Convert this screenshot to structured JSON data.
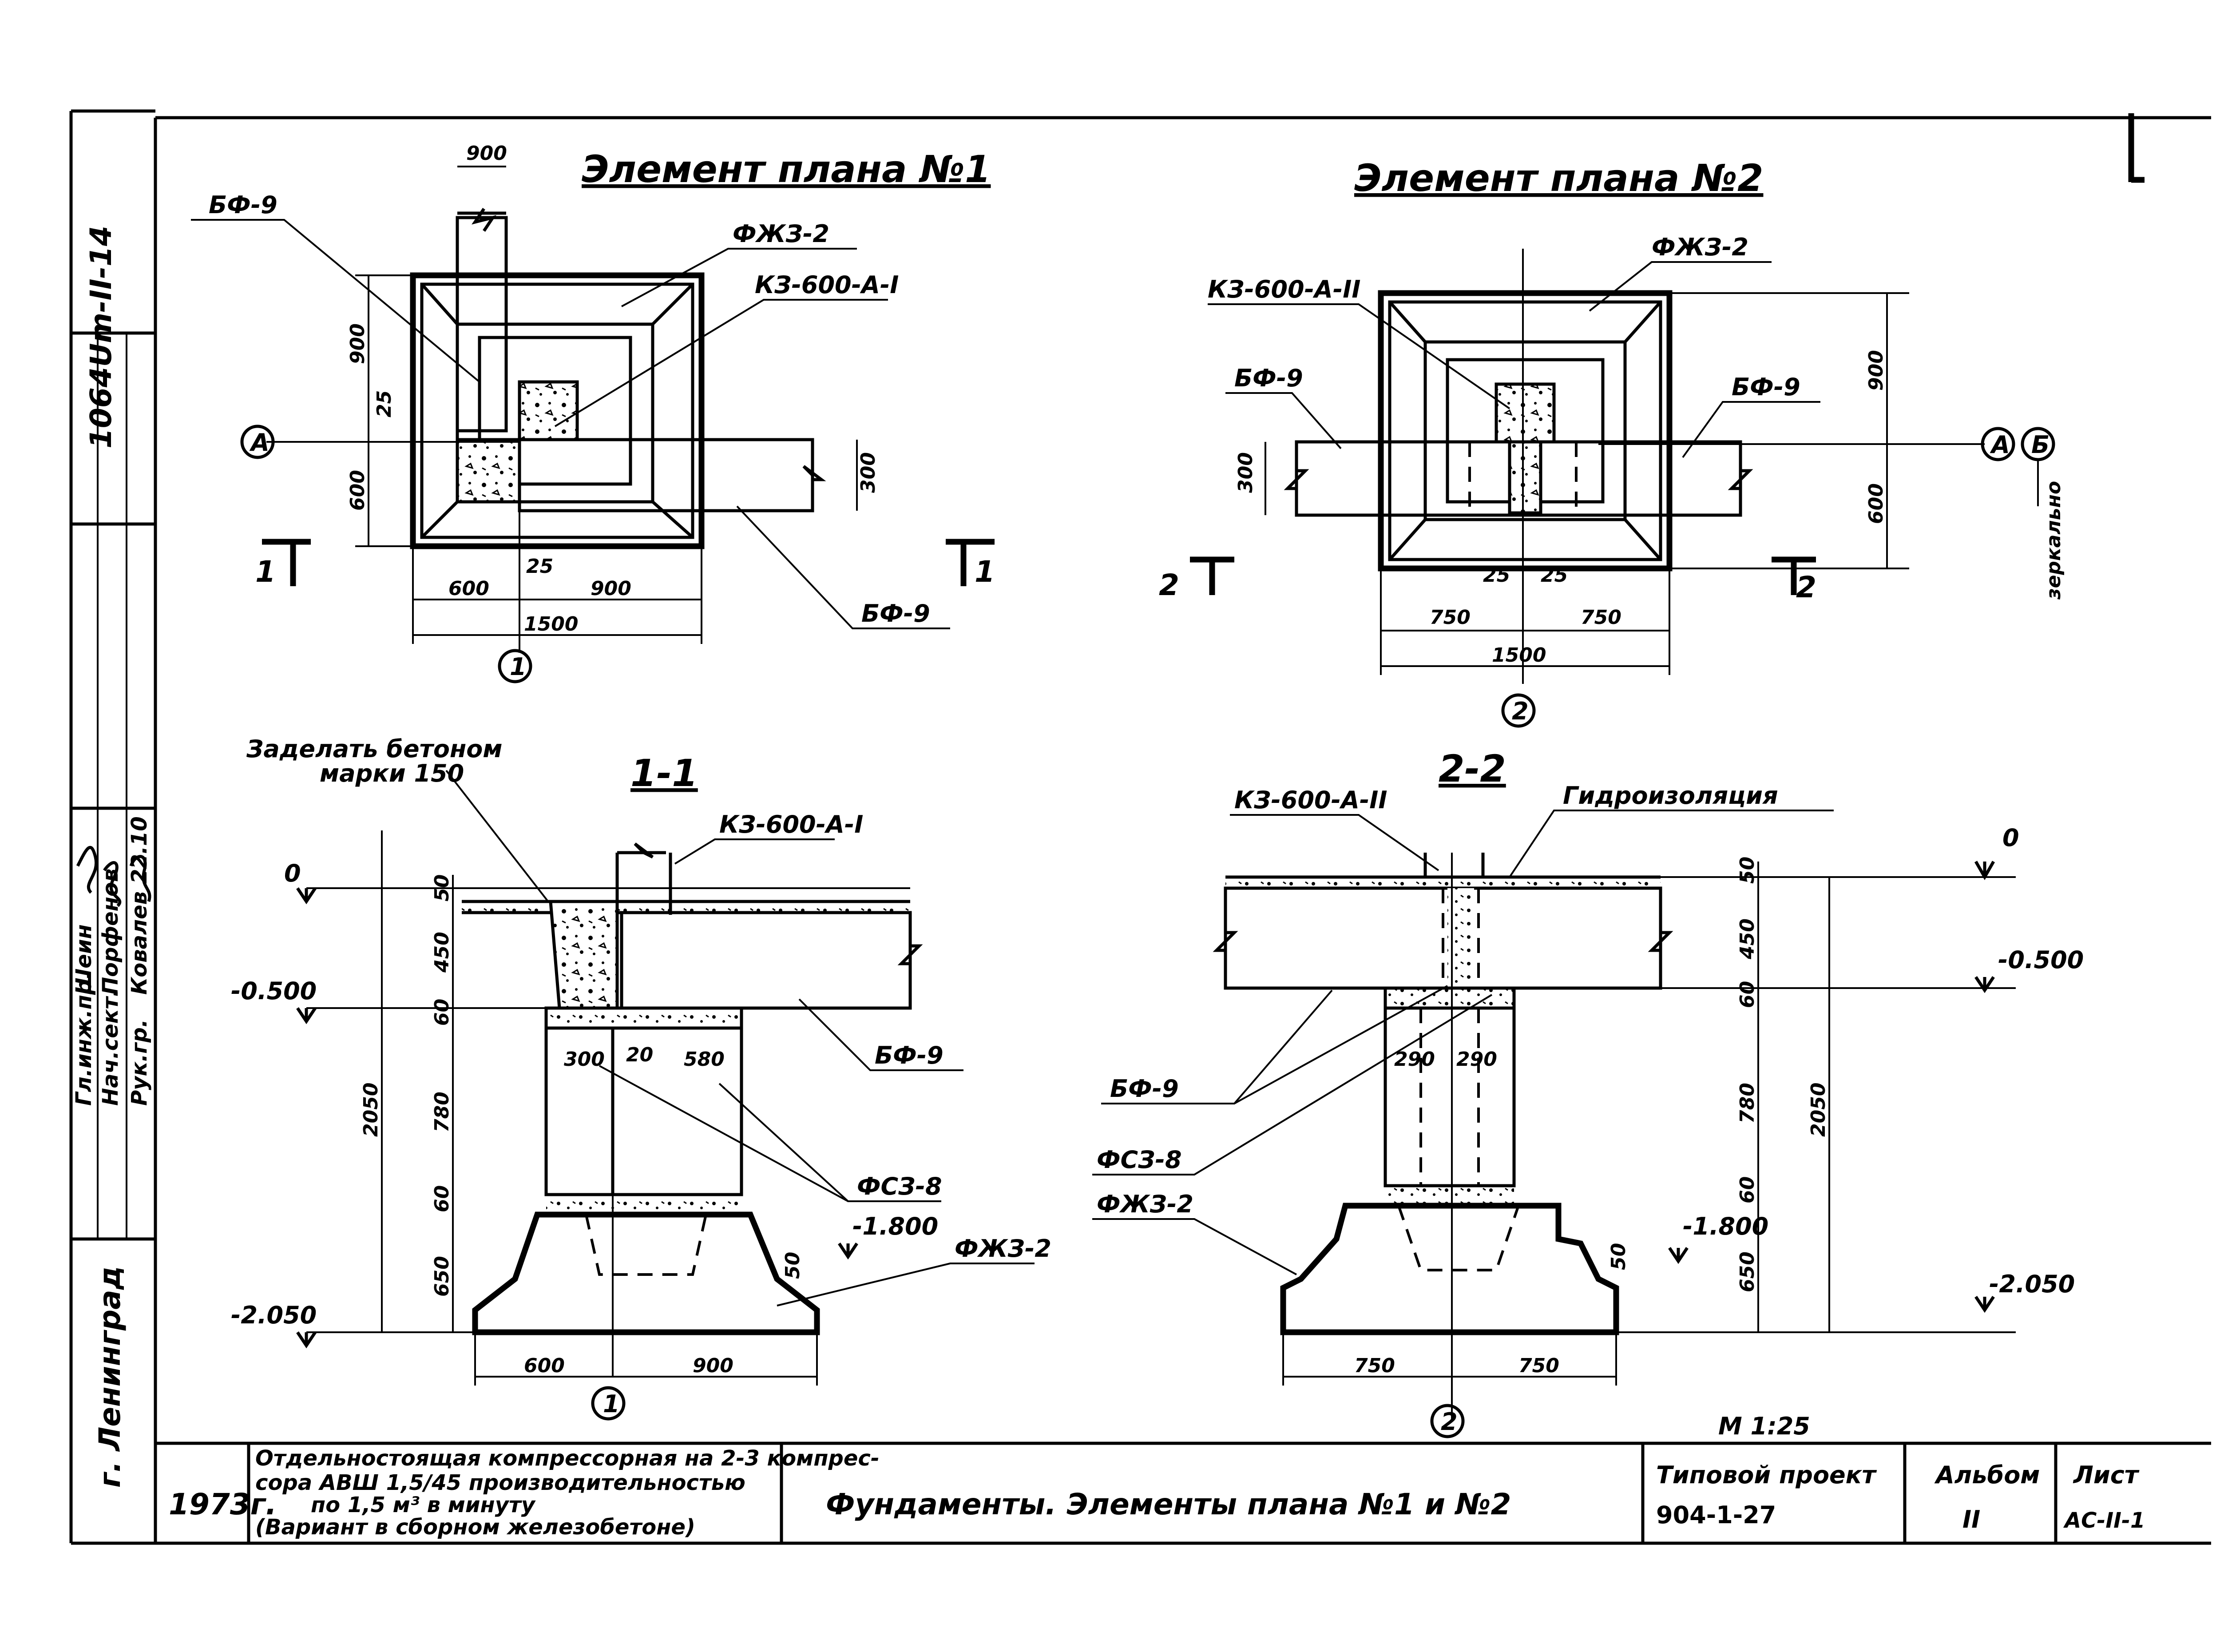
{
  "vertical_code": "1064Um-II-14",
  "plan1": {
    "title": "Элемент плана №1",
    "labels": {
      "bf9_top": "БФ-9",
      "fzh": "ФЖЗ-2",
      "kz": "КЗ-600-А-I",
      "bf9_bottom": "БФ-9"
    },
    "dims": {
      "top": "900",
      "d900": "900",
      "d25a": "25",
      "d600": "600",
      "d300": "300",
      "d25b": "25",
      "b600": "600",
      "b900": "900",
      "b1500": "1500"
    },
    "axis_A": "А",
    "axis_1": "1",
    "sec_left": "1",
    "sec_right": "1"
  },
  "plan2": {
    "title": "Элемент плана №2",
    "labels": {
      "fzh": "ФЖЗ-2",
      "kz": "КЗ-600-А-II",
      "bf9_left": "БФ-9",
      "bf9_right": "БФ-9"
    },
    "dims": {
      "d900": "900",
      "d600": "600",
      "d300": "300",
      "d25a": "25",
      "d25b": "25",
      "b750a": "750",
      "b750b": "750",
      "b1500": "1500"
    },
    "axis_A": "А",
    "axis_B": "Б",
    "axis_2": "2",
    "mirror": "зеркально",
    "sec_left": "2",
    "sec_right": "2"
  },
  "sec1": {
    "title": "1-1",
    "note1": "Заделать бетоном",
    "note2": "марки 150",
    "labels": {
      "kz": "КЗ-600-А-I",
      "bf9": "БФ-9",
      "fsz": "ФСЗ-8",
      "fzh": "ФЖЗ-2"
    },
    "levels": {
      "l0": "0",
      "l500": "-0.500",
      "l1800": "-1.800",
      "l2050": "-2.050"
    },
    "dims": {
      "d50": "50",
      "d450": "450",
      "d60a": "60",
      "d780": "780",
      "d60b": "60",
      "d650": "650",
      "d2050": "2050",
      "d300": "300",
      "d20": "20",
      "d580": "580",
      "d50b": "50",
      "b600": "600",
      "b900": "900"
    },
    "axis": "1"
  },
  "sec2": {
    "title": "2-2",
    "labels": {
      "kz": "КЗ-600-А-II",
      "hydro": "Гидроизоляция",
      "bf9": "БФ-9",
      "fsz": "ФСЗ-8",
      "fzh": "ФЖЗ-2"
    },
    "levels": {
      "l0": "0",
      "l500": "-0.500",
      "l1800": "-1.800",
      "l2050": "-2.050"
    },
    "dims": {
      "d50": "50",
      "d450": "450",
      "d60a": "60",
      "d780": "780",
      "d60b": "60",
      "d650": "650",
      "d2050": "2050",
      "d290a": "290",
      "d290b": "290",
      "d50b": "50",
      "b750a": "750",
      "b750b": "750"
    },
    "axis": "2"
  },
  "scale": "М 1:25",
  "stamp": {
    "city": "г. Ленинград",
    "rows": [
      "Гл.инж.пр.",
      "Нач.сект.",
      "Рук.гр."
    ],
    "names": [
      "Шеин",
      "Порфенов",
      "Ковалев"
    ],
    "date": "22.10",
    "year": "1973г.",
    "desc1": "Отдельностоящая компрессорная на 2-3 компрес-",
    "desc2": "сора АВШ 1,5/45 производительностью",
    "desc3": "по 1,5 м³ в минуту",
    "desc4": "(Вариант в сборном железобетоне)",
    "title": "Фундаменты. Элементы плана №1 и №2",
    "project_label": "Типовой проект",
    "project_no": "904-1-27",
    "album_label": "Альбом",
    "album_no": "II",
    "sheet_label": "Лист",
    "sheet_no": "АС-II-1"
  }
}
